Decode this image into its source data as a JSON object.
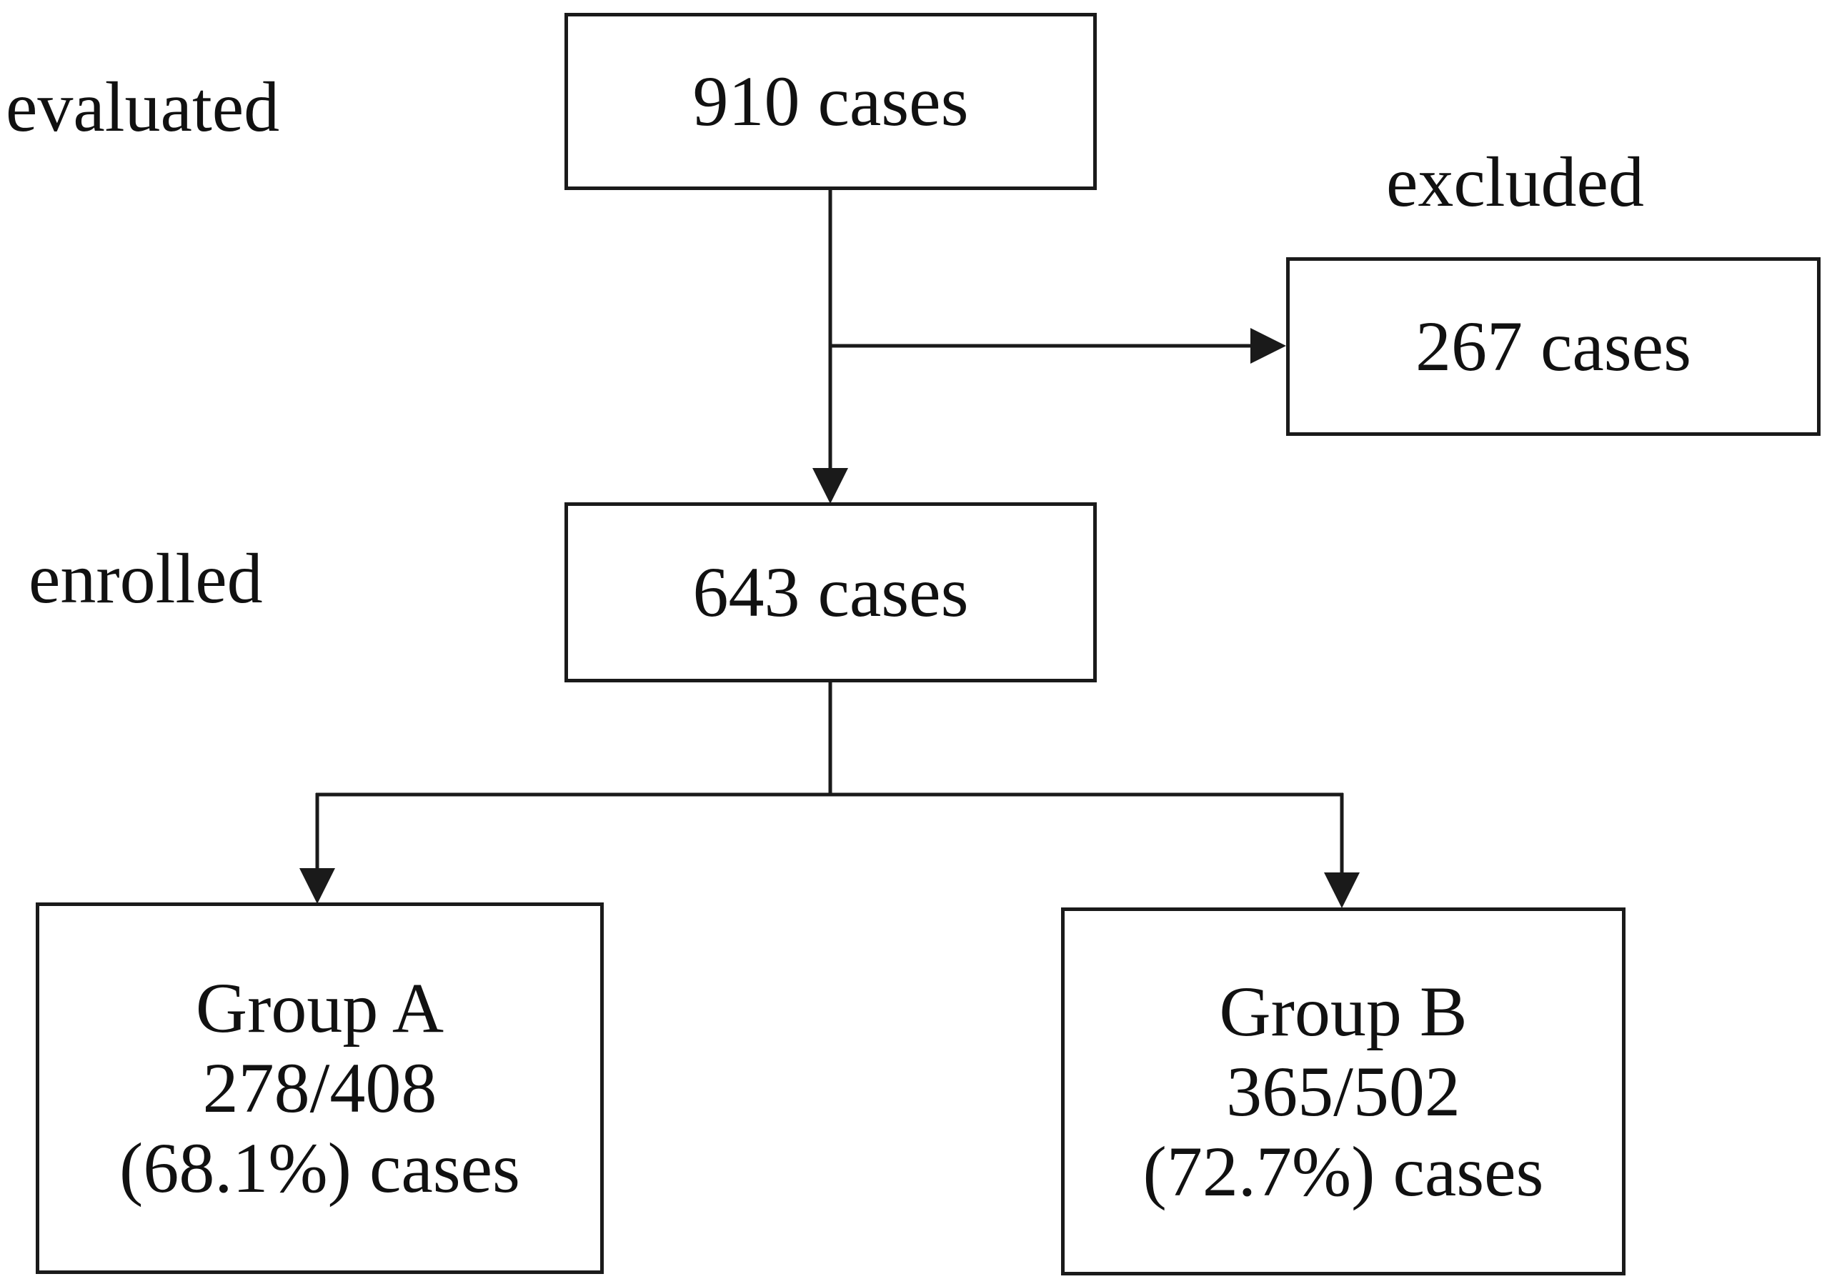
{
  "stages": {
    "evaluated_label": "evaluated",
    "enrolled_label": "enrolled",
    "excluded_label": "excluded"
  },
  "boxes": {
    "evaluated": "910 cases",
    "excluded": "267 cases",
    "enrolled": "643 cases",
    "group_a": {
      "name": "Group A",
      "ratio": "278/408",
      "percent": "(68.1%) cases"
    },
    "group_b": {
      "name": "Group B",
      "ratio": "365/502",
      "percent": "(72.7%) cases"
    }
  },
  "colors": {
    "line": "#1a1a1a",
    "text": "#111111",
    "background": "#ffffff"
  }
}
